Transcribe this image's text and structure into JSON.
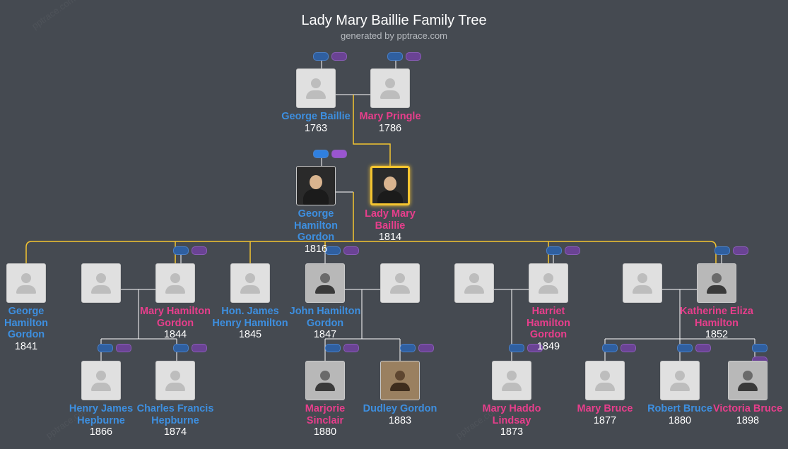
{
  "header": {
    "title": "Lady Mary Baillie Family Tree",
    "subtitle": "generated by pptrace.com"
  },
  "watermark": "pptrace.com",
  "people": {
    "george_baillie": {
      "name": "George Baillie",
      "year": "1763",
      "gender": "male"
    },
    "mary_pringle": {
      "name": "Mary Pringle",
      "year": "1786",
      "gender": "female"
    },
    "george_hamilton_gordon": {
      "name": "George Hamilton Gordon",
      "year": "1816",
      "gender": "male"
    },
    "lady_mary_baillie": {
      "name": "Lady Mary Baillie",
      "year": "1814",
      "gender": "female"
    },
    "george_hamilton_gordon_1841": {
      "name": "George Hamilton Gordon",
      "year": "1841",
      "gender": "male"
    },
    "mary_hamilton_gordon": {
      "name": "Mary Hamilton Gordon",
      "year": "1844",
      "gender": "female"
    },
    "hon_james_henry_hamilton": {
      "name": "Hon. James Henry Hamilton",
      "year": "1845",
      "gender": "male"
    },
    "john_hamilton_gordon": {
      "name": "John Hamilton Gordon",
      "year": "1847",
      "gender": "male"
    },
    "harriet_hamilton_gordon": {
      "name": "Harriet Hamilton Gordon",
      "year": "1849",
      "gender": "female"
    },
    "katherine_eliza_hamilton": {
      "name": "Katherine Eliza Hamilton",
      "year": "1852",
      "gender": "female"
    },
    "henry_james_hepburne": {
      "name": "Henry James Hepburne",
      "year": "1866",
      "gender": "male"
    },
    "charles_francis_hepburne": {
      "name": "Charles Francis Hepburne",
      "year": "1874",
      "gender": "male"
    },
    "marjorie_sinclair": {
      "name": "Marjorie Sinclair",
      "year": "1880",
      "gender": "female"
    },
    "dudley_gordon": {
      "name": "Dudley Gordon",
      "year": "1883",
      "gender": "male"
    },
    "mary_haddo_lindsay": {
      "name": "Mary Haddo Lindsay",
      "year": "1873",
      "gender": "female"
    },
    "mary_bruce": {
      "name": "Mary Bruce",
      "year": "1877",
      "gender": "female"
    },
    "robert_bruce": {
      "name": "Robert Bruce",
      "year": "1880",
      "gender": "male"
    },
    "victoria_bruce": {
      "name": "Victoria Bruce",
      "year": "1898",
      "gender": "female"
    }
  },
  "colors": {
    "background": "#454a51",
    "male": "#3d8fe0",
    "female": "#e83e8c",
    "highlight_line": "#f4c430",
    "line": "#ffffff"
  }
}
